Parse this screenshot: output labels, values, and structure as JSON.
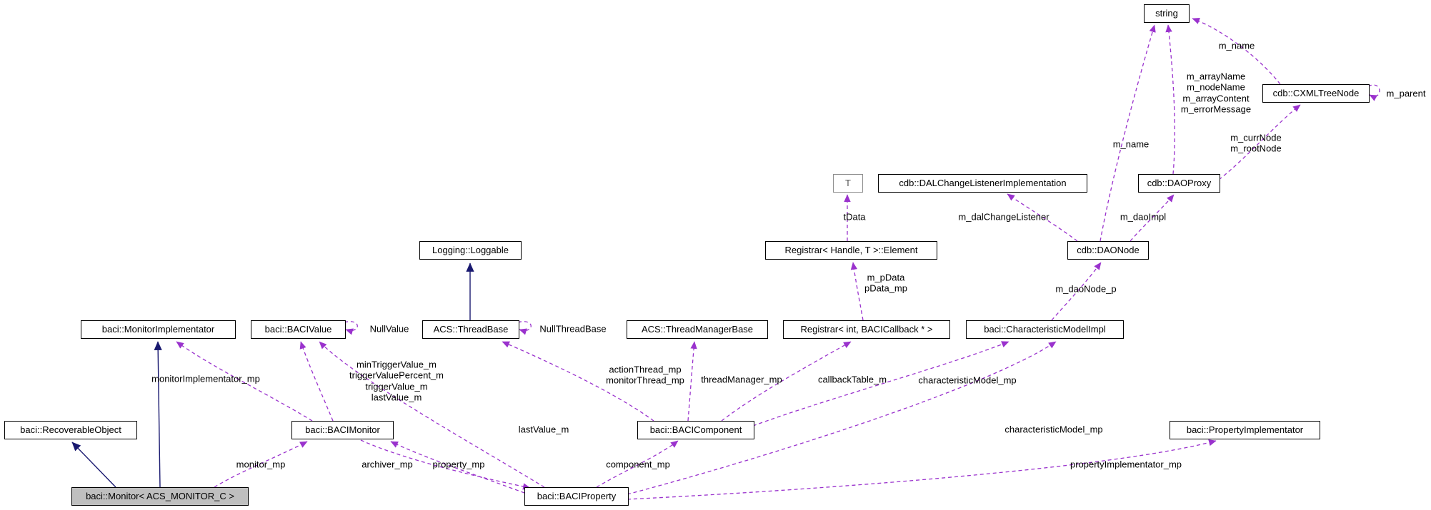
{
  "nodes": {
    "string": "string",
    "cxmltreenode": "cdb::CXMLTreeNode",
    "t_param": "T",
    "dalchangelistenerimplementation": "cdb::DALChangeListenerImplementation",
    "daoproxy": "cdb::DAOProxy",
    "loggable": "Logging::Loggable",
    "registrar_handle_element": "Registrar< Handle, T >::Element",
    "daonode": "cdb::DAONode",
    "monitorimplementator": "baci::MonitorImplementator",
    "bacivalue": "baci::BACIValue",
    "threadbase": "ACS::ThreadBase",
    "threadmanagerbase": "ACS::ThreadManagerBase",
    "registrar_int_bacicallback": "Registrar< int, BACICallback * >",
    "characteristicmodelimpl": "baci::CharacteristicModelImpl",
    "recoverableobject": "baci::RecoverableObject",
    "bacimonitor": "baci::BACIMonitor",
    "bacicomponent": "baci::BACIComponent",
    "propertyimplementator": "baci::PropertyImplementator",
    "monitor_acs_monitor_c": "baci::Monitor< ACS_MONITOR_C >",
    "baciproperty": "baci::BACIProperty"
  },
  "edge_labels": {
    "m_name_cxml": "m_name",
    "daoproxy_string_members": "m_arrayName\nm_nodeName\nm_arrayContent\nm_errorMessage",
    "m_name_daonode": "m_name",
    "m_parent": "m_parent",
    "daoproxy_cxml_members": "m_currNode\nm_rootNode",
    "tdata": "tData",
    "m_dalchangelistener": "m_dalChangeListener",
    "m_daoimpl": "m_daoImpl",
    "registrar_pdata": "m_pData\npData_mp",
    "m_daonode_p": "m_daoNode_p",
    "monitorimplementator_mp": "monitorImplementator_mp",
    "nullvalue": "NullValue",
    "monitor_trigger_members": "minTriggerValue_m\ntriggerValuePercent_m\ntriggerValue_m\nlastValue_m",
    "nullthreadbase": "NullThreadBase",
    "component_thread_members": "actionThread_mp\nmonitorThread_mp",
    "threadmanager_mp": "threadManager_mp",
    "callbacktable_m": "callbackTable_m",
    "characteristicmodel_mp_component": "characteristicModel_mp",
    "lastvalue_m": "lastValue_m",
    "characteristicmodel_mp_property": "characteristicModel_mp",
    "monitor_mp": "monitor_mp",
    "archiver_mp": "archiver_mp",
    "property_mp": "property_mp",
    "component_mp": "component_mp",
    "propertyimplementator_mp": "propertyImplementator_mp"
  },
  "colors": {
    "usage_edge": "#9a32cd",
    "inheritance_edge": "#191970",
    "highlight_fill": "#bfbfbf"
  }
}
